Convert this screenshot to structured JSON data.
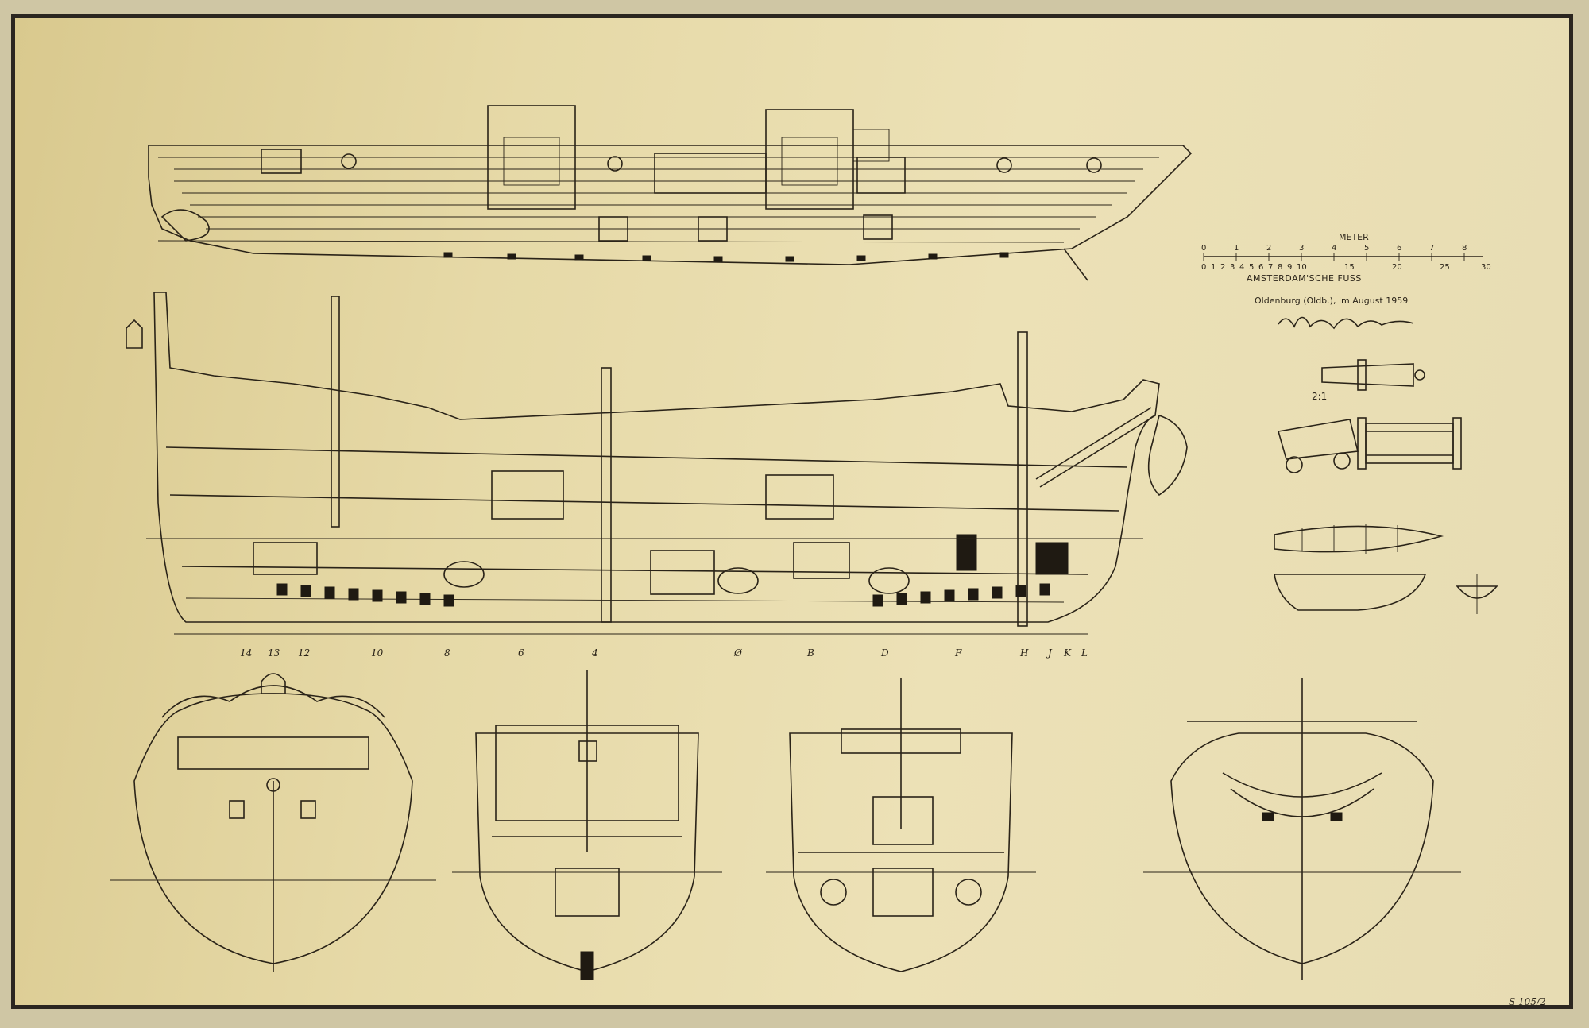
{
  "scale_bar": {
    "meter_label": "METER",
    "meter_ticks": [
      "0",
      "1",
      "2",
      "3",
      "4",
      "5",
      "6",
      "7",
      "8"
    ],
    "fuss_ticks": [
      "0",
      "1",
      "2",
      "3",
      "4",
      "5",
      "6",
      "7",
      "8",
      "9",
      "10",
      "15",
      "20",
      "25",
      "30"
    ],
    "fuss_label": "AMSTERDAM'SCHE FUSS"
  },
  "place_date": "Oldenburg (Oldb.), im August 1959",
  "gun_scale": "2:1",
  "frame_stations": [
    "14",
    "13",
    "12",
    "10",
    "8",
    "6",
    "4",
    "Ø",
    "B",
    "D",
    "F",
    "H",
    "J",
    "K",
    "L"
  ],
  "sheet_number": "S 105/2",
  "signature_text": "W. Lorenzen",
  "colors": {
    "paper": "#e6d9a7",
    "ink": "#2a2318",
    "border": "#2b2620"
  }
}
